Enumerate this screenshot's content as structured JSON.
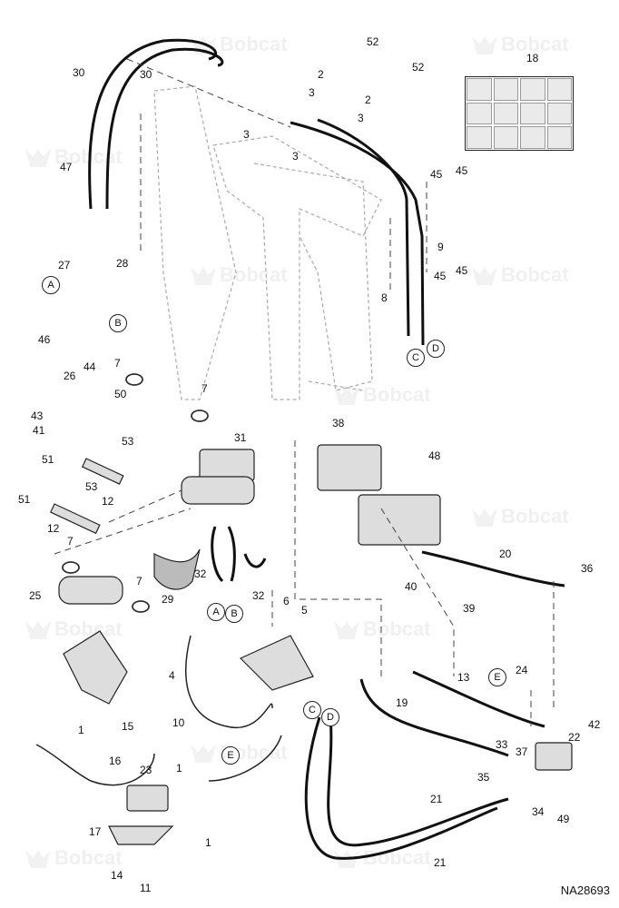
{
  "watermark": {
    "text": "Bobcat"
  },
  "document_id": "NA28693",
  "callouts": {
    "n1": "1",
    "n2": "2",
    "n3": "3",
    "n4": "4",
    "n5": "5",
    "n6": "6",
    "n7": "7",
    "n8": "8",
    "n9": "9",
    "n10": "10",
    "n11": "11",
    "n12": "12",
    "n13": "13",
    "n14": "14",
    "n15": "15",
    "n16": "16",
    "n17": "17",
    "n18": "18",
    "n19": "19",
    "n20": "20",
    "n21": "21",
    "n22": "22",
    "n23": "23",
    "n24": "24",
    "n25": "25",
    "n26": "26",
    "n27": "27",
    "n28": "28",
    "n29": "29",
    "n30": "30",
    "n31": "31",
    "n32": "32",
    "n33": "33",
    "n34": "34",
    "n35": "35",
    "n36": "36",
    "n37": "37",
    "n38": "38",
    "n39": "39",
    "n40": "40",
    "n41": "41",
    "n42": "42",
    "n43": "43",
    "n44": "44",
    "n45": "45",
    "n46": "46",
    "n47": "47",
    "n48": "48",
    "n49": "49",
    "n50": "50",
    "n51": "51",
    "n52": "52",
    "n53": "53"
  },
  "connectors": {
    "A": "A",
    "B": "B",
    "C": "C",
    "D": "D",
    "E": "E"
  }
}
